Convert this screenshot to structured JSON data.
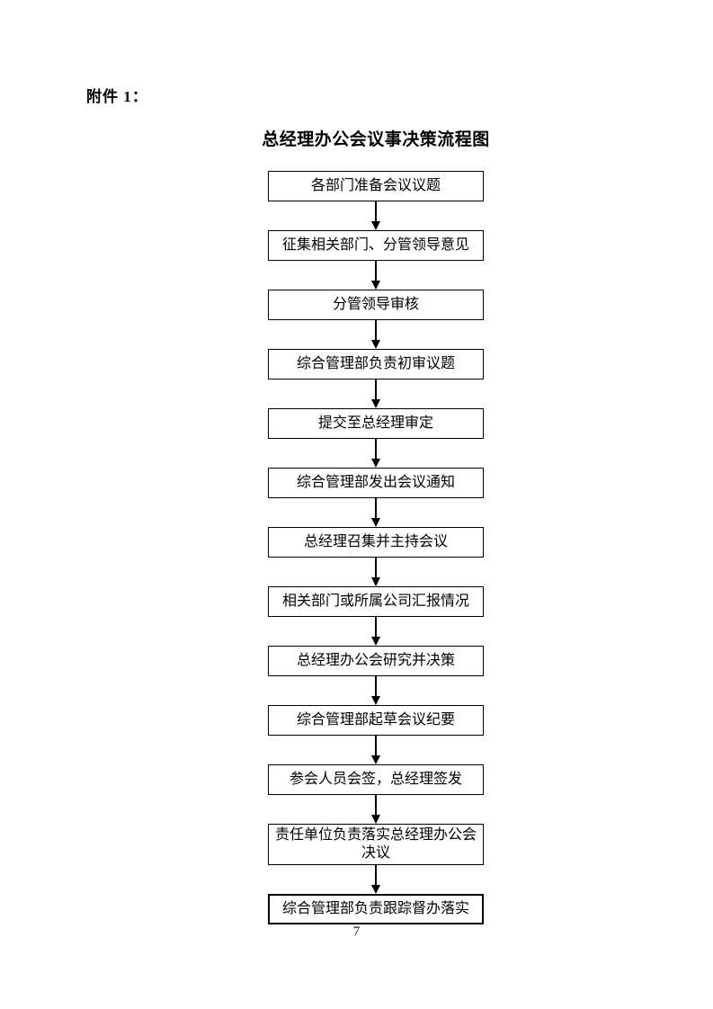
{
  "page": {
    "attachment_label": "附件 1：",
    "title": "总经理办公会议事决策流程图",
    "page_number": "7"
  },
  "flowchart": {
    "steps": [
      "各部门准备会议议题",
      "征集相关部门、分管领导意见",
      "分管领导审核",
      "综合管理部负责初审议题",
      "提交至总经理审定",
      "综合管理部发出会议通知",
      "总经理召集并主持会议",
      "相关部门或所属公司汇报情况",
      "总经理办公会研究并决策",
      "综合管理部起草会议纪要",
      "参会人员会签，总经理签发",
      "责任单位负责落实总经理办公会决议",
      "综合管理部负责跟踪督办落实"
    ]
  },
  "colors": {
    "ink": "#000000",
    "background": "#ffffff"
  }
}
